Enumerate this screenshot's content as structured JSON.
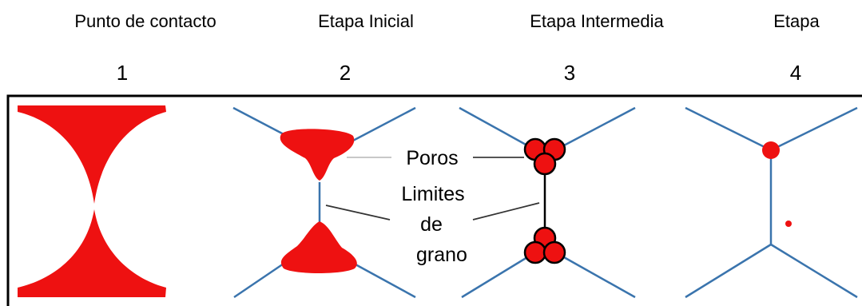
{
  "stages": [
    {
      "title": "Punto de contacto",
      "number": "1"
    },
    {
      "title": "Etapa Inicial",
      "number": "2"
    },
    {
      "title": "Etapa Intermedia",
      "number": "3"
    },
    {
      "title": "Etapa",
      "number": "4"
    }
  ],
  "labels": {
    "pores": "Poros",
    "grain_line1": "Limites",
    "grain_line2": "de",
    "grain_line3": "grano"
  },
  "colors": {
    "pore": "#ee1111",
    "grain_boundary": "#3a74ad",
    "frame": "#000000"
  }
}
